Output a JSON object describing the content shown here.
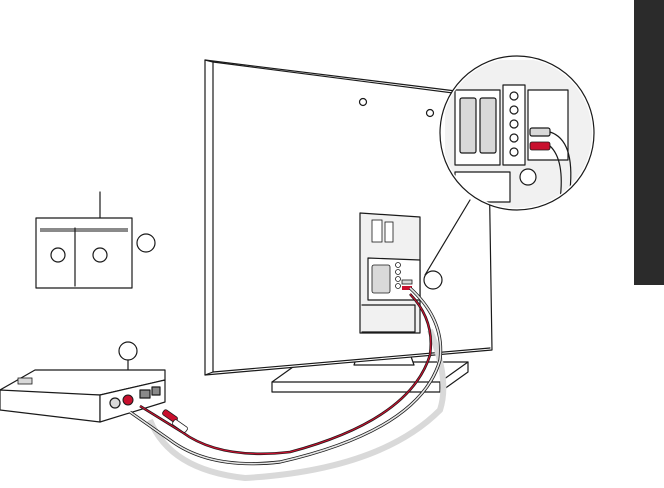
{
  "diagram": {
    "callouts": [
      {
        "id": "callout-1",
        "label": ""
      },
      {
        "id": "callout-2",
        "label": ""
      },
      {
        "id": "callout-3",
        "label": ""
      },
      {
        "id": "callout-4",
        "label": ""
      },
      {
        "id": "callout-5",
        "label": ""
      }
    ]
  },
  "colors": {
    "ink": "#1a1a1a",
    "cable_red": "#c8102e",
    "cable_white": "#e6e6e6",
    "side_tab": "#2b2b2b",
    "shadow": "#d9d9d9"
  },
  "icons": {
    "audio_jack": "rca-jack-icon",
    "scart": "scart-connector-icon"
  }
}
